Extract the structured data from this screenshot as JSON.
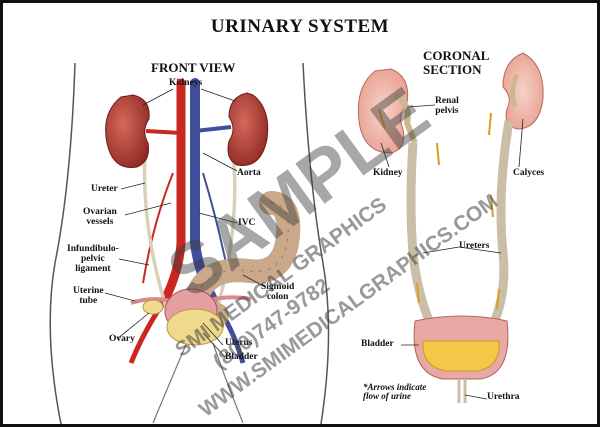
{
  "title": "URINARY SYSTEM",
  "front_view": {
    "heading": "FRONT VIEW",
    "labels": {
      "kidneys": "Kidneys",
      "ureter": "Ureter",
      "aorta": "Aorta",
      "ovarian_vessels": "Ovarian\nvessels",
      "ivc": "IVC",
      "infundibulopelvic_ligament": "Infundibulo-\npelvic\nligament",
      "uterine_tube": "Uterine\ntube",
      "sigmoid_colon": "Sigmoid\ncolon",
      "ovary": "Ovary",
      "uterus": "Uterus",
      "bladder": "Bladder"
    }
  },
  "coronal_section": {
    "heading": "CORONAL\nSECTION",
    "labels": {
      "renal_pelvis": "Renal\npelvis",
      "kidney": "Kidney",
      "calyces": "Calyces",
      "ureters": "Ureters",
      "bladder": "Bladder",
      "urethra": "Urethra"
    },
    "note": "*Arrows indicate\nflow of urine"
  },
  "watermark": {
    "sample": "SAMPLE",
    "company": "SMI MEDICAL GRAPHICS",
    "phone": "(800)747-9782",
    "url": "WWW.SMIMEDICALGRAPHICS.COM"
  },
  "colors": {
    "kidney": "#a8322e",
    "artery": "#c8281f",
    "vein": "#3f4f9c",
    "colon": "#c9a98a",
    "ureter_tube": "#c9bfa6",
    "urine": "#f3c84a",
    "urine_arrow": "#e49a1e",
    "bladder_wall": "#e8a9a4",
    "ovary": "#f0dc8c"
  }
}
